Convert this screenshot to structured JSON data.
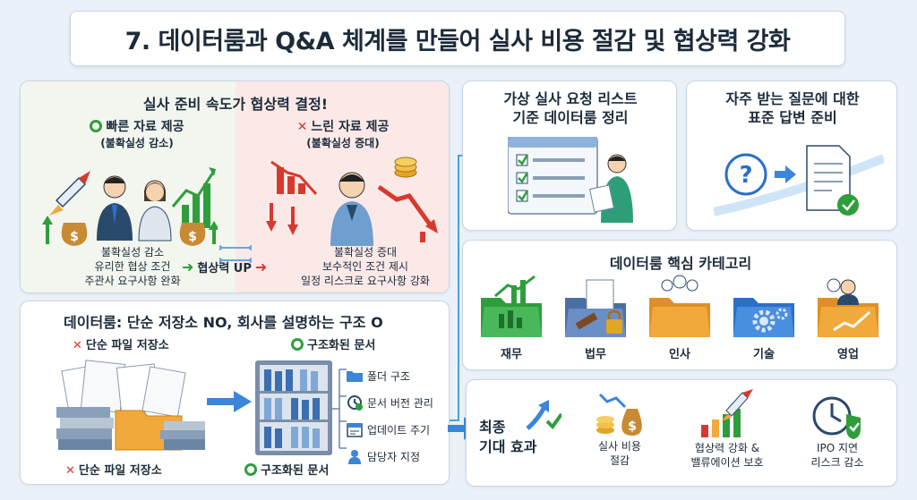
{
  "title": "7. 데이터룸과 Q&A 체계를 만들어 실사 비용 절감 및 협상력 강화",
  "top_left": {
    "heading": "실사 준비 속도가 협상력 결정!",
    "fast": {
      "label": "빠른 자료 제공",
      "sub": "(불확실성 감소)",
      "effects": [
        "불확실성 감소",
        "유리한 협상 조건",
        "주관사 요구사항 완화"
      ]
    },
    "slow": {
      "label": "느린 자료 제공",
      "sub": "(불확실성 증대)",
      "effects": [
        "불확실성 증대",
        "보수적인 조건 제시",
        "일정 리스크로 요구사항 강화"
      ]
    },
    "middle": "협상력 UP"
  },
  "bottom_left": {
    "heading": "데이터룸: 단순 저장소 NO, 회사를 설명하는 구조 O",
    "simple_top": "단순 파일 저장소",
    "structured_top": "구조화된 문서",
    "simple_bottom": "단순 파일 저장소",
    "structured_bottom": "구조화된 문서",
    "features": [
      "폴더 구조",
      "문서 버전 관리",
      "업데이트 주기",
      "담당자 지정"
    ]
  },
  "steps": [
    {
      "title": "가상 실사 요청 리스트\n기준 데이터룸 정리"
    },
    {
      "title": "자주 받는 질문에 대한\n표준 답변 준비"
    }
  ],
  "categories": {
    "heading": "데이터룸 핵심 카테고리",
    "items": [
      "재무",
      "법무",
      "인사",
      "기술",
      "영업"
    ]
  },
  "outcome": {
    "heading": "최종\n기대 효과",
    "items": [
      "실사 비용\n절감",
      "협상력 강화 &\n밸류에이션 보호",
      "IPO 지연\n리스크 감소"
    ]
  },
  "colors": {
    "green": "#2e9e3c",
    "red": "#d63a2f",
    "blue": "#2a6fc9",
    "folder": "#f2a93b"
  },
  "icons": [
    "rocket-icon",
    "money-bag-icon",
    "businessperson-icon",
    "chart-up-icon",
    "chart-down-icon",
    "worried-person-icon",
    "coins-icon",
    "file-stack-icon",
    "bookshelf-icon",
    "folder-icon",
    "clock-icon",
    "calendar-icon",
    "person-icon",
    "checklist-icon",
    "question-icon",
    "document-check-icon",
    "gavel-icon",
    "lock-icon",
    "gear-icon",
    "shield-check-icon"
  ]
}
